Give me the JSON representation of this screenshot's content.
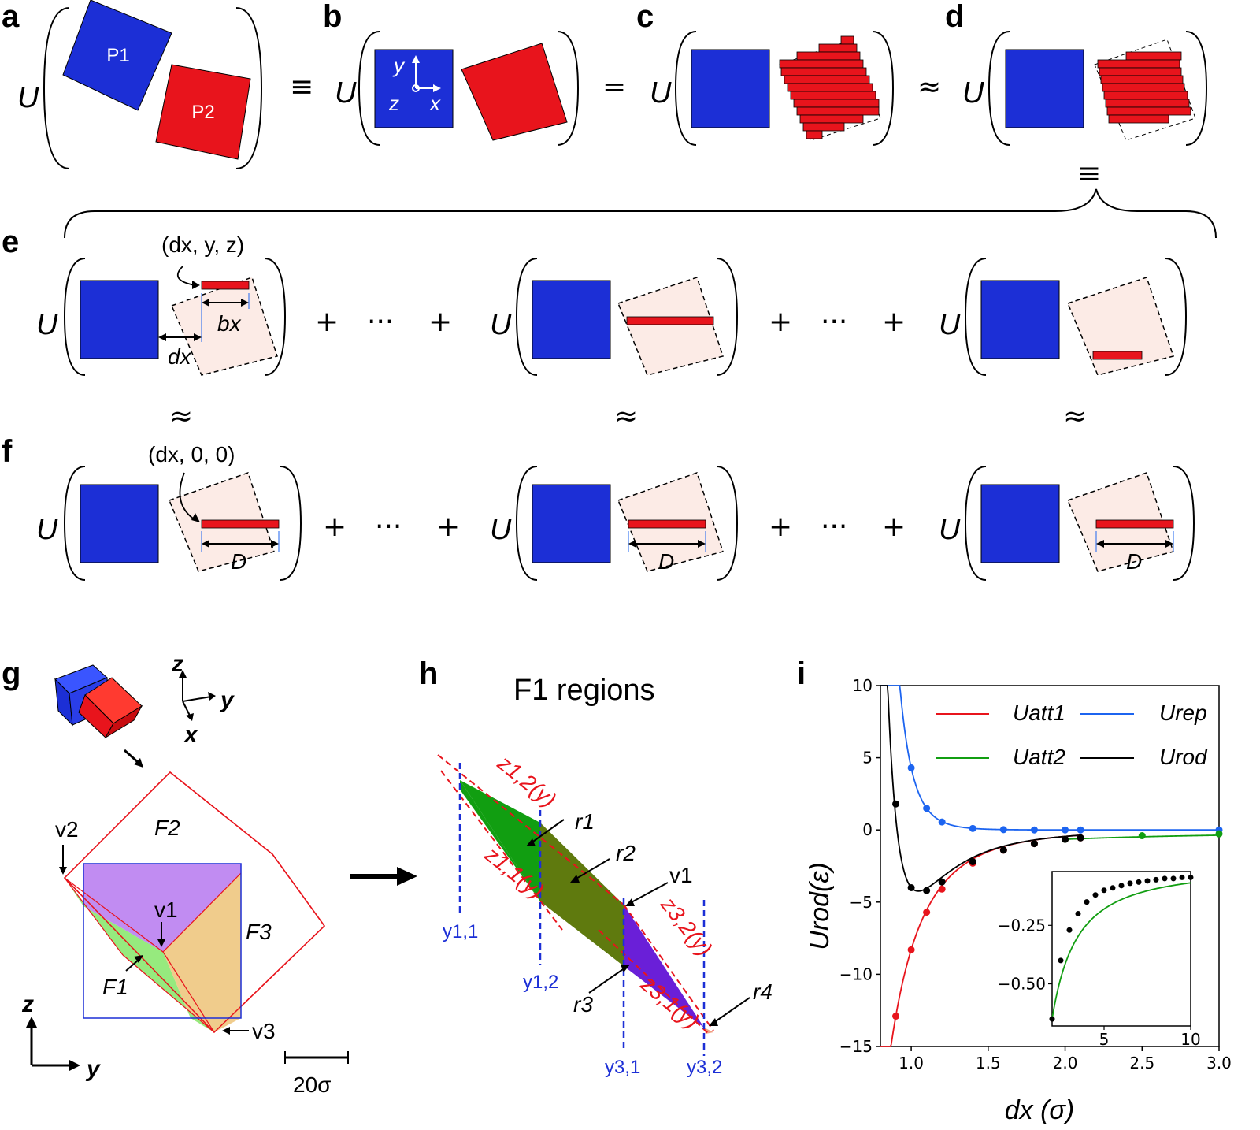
{
  "panel_labels": {
    "a": "a",
    "b": "b",
    "c": "c",
    "d": "d",
    "e": "e",
    "f": "f",
    "g": "g",
    "h": "h",
    "i": "i"
  },
  "symbols": {
    "U": "U",
    "equiv": "≡",
    "eq": "=",
    "approx": "≈",
    "plus": "+",
    "dots": "···"
  },
  "panel_a": {
    "p1": "P1",
    "p2": "P2"
  },
  "panel_b": {
    "y": "y",
    "z": "z",
    "x": "x"
  },
  "panel_e": {
    "coord": "(dx, y, z)",
    "bx": "bx",
    "dx": "dx"
  },
  "panel_f": {
    "coord": "(dx, 0, 0)",
    "D": "D"
  },
  "panel_g": {
    "z": "z",
    "y": "y",
    "x": "x",
    "F1": "F1",
    "F2": "F2",
    "F3": "F3",
    "v1": "v1",
    "v2": "v2",
    "v3": "v3",
    "scale": "20σ",
    "z2": "z",
    "y2": "y"
  },
  "panel_h": {
    "title": "F1 regions",
    "r1": "r1",
    "r2": "r2",
    "r3": "r3",
    "r4": "r4",
    "v1": "v1",
    "z12": "z1,2(y)",
    "z11": "z1,1(y)",
    "z32": "z3,2(y)",
    "z31": "z3,1(y)",
    "y11": "y1,1",
    "y12": "y1,2",
    "y31": "y3,1",
    "y32": "y3,2"
  },
  "colors": {
    "blue": "#1c2fd6",
    "red": "#e8141c",
    "green": "#119e11",
    "olive": "#5f7a0e",
    "purple": "#6a1fd8",
    "violet": "#c18cf2",
    "lightgreen": "#96ea7e",
    "tan": "#f0cc8c"
  },
  "chart_data": {
    "type": "line",
    "xlabel": "dx (σ)",
    "ylabel": "Urod(ε)",
    "xlim": [
      0.8,
      3.0
    ],
    "ylim": [
      -15,
      10
    ],
    "xticks": [
      "1.0",
      "1.5",
      "2.0",
      "2.5",
      "3.0"
    ],
    "yticks": [
      "10",
      "5",
      "0",
      "−5",
      "−10",
      "−15"
    ],
    "legend": "top-right",
    "series": [
      {
        "name": "Uatt1",
        "color": "#e8141c",
        "points": [
          [
            0.9,
            -12.9
          ],
          [
            1.0,
            -8.3
          ],
          [
            1.1,
            -5.7
          ],
          [
            1.2,
            -4.1
          ],
          [
            1.4,
            -2.3
          ],
          [
            1.6,
            -1.4
          ],
          [
            1.8,
            -0.95
          ],
          [
            2.0,
            -0.65
          ],
          [
            2.1,
            -0.55
          ]
        ]
      },
      {
        "name": "Urep",
        "color": "#1c64f0",
        "points": [
          [
            1.0,
            4.3
          ],
          [
            1.1,
            1.5
          ],
          [
            1.2,
            0.55
          ],
          [
            1.4,
            0.1
          ],
          [
            1.6,
            0.02
          ],
          [
            1.8,
            0.0
          ],
          [
            2.0,
            0.0
          ],
          [
            2.1,
            0.0
          ],
          [
            3.0,
            0.0
          ]
        ]
      },
      {
        "name": "Uatt2",
        "color": "#119e11",
        "points": [
          [
            2.0,
            -0.65
          ],
          [
            2.5,
            -0.4
          ],
          [
            3.0,
            -0.27
          ]
        ]
      },
      {
        "name": "Urod",
        "color": "#000000",
        "points": [
          [
            0.9,
            1.8
          ],
          [
            1.0,
            -4.0
          ],
          [
            1.1,
            -4.2
          ],
          [
            1.2,
            -3.6
          ],
          [
            1.4,
            -2.2
          ],
          [
            1.6,
            -1.4
          ],
          [
            1.8,
            -0.95
          ],
          [
            2.0,
            -0.65
          ],
          [
            2.1,
            -0.55
          ]
        ]
      }
    ],
    "inset": {
      "xlim": [
        2,
        10
      ],
      "ylim": [
        -0.68,
        -0.02
      ],
      "xticks": [
        "5",
        "10"
      ],
      "yticks": [
        "−0.25",
        "−0.50"
      ],
      "points": [
        [
          2,
          -0.65
        ],
        [
          2.5,
          -0.4
        ],
        [
          3,
          -0.27
        ],
        [
          3.5,
          -0.2
        ],
        [
          4,
          -0.15
        ],
        [
          4.5,
          -0.12
        ],
        [
          5,
          -0.1
        ],
        [
          5.5,
          -0.09
        ],
        [
          6,
          -0.08
        ],
        [
          6.5,
          -0.07
        ],
        [
          7,
          -0.065
        ],
        [
          7.5,
          -0.06
        ],
        [
          8,
          -0.055
        ],
        [
          8.5,
          -0.05
        ],
        [
          9,
          -0.05
        ],
        [
          9.5,
          -0.045
        ],
        [
          10,
          -0.045
        ]
      ]
    }
  }
}
